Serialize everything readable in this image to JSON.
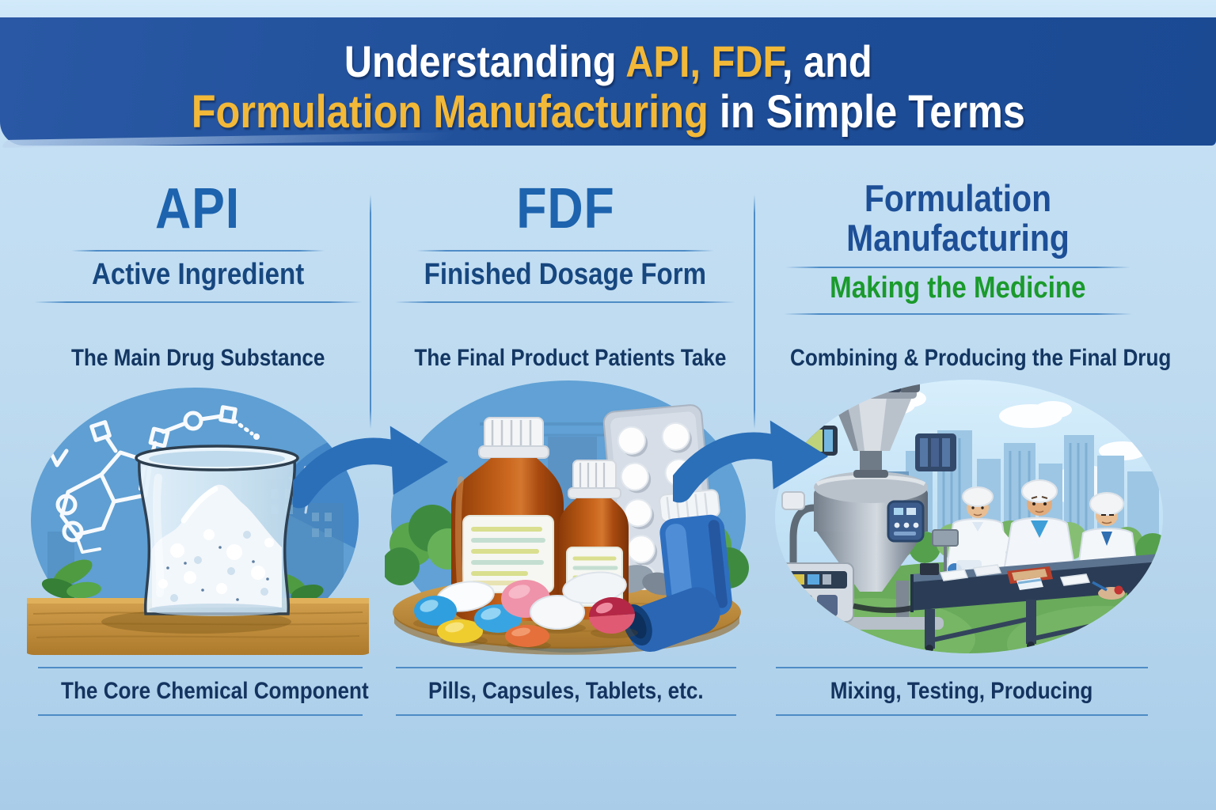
{
  "banner": {
    "line1": {
      "prefix": "Understanding ",
      "highlight": "API, FDF",
      "suffix": ", and"
    },
    "line2": {
      "highlight": "Formulation Manufacturing",
      "suffix": " in Simple Terms"
    }
  },
  "columns": [
    {
      "acronym": "API",
      "subtitle": "Active Ingredient",
      "description": "The Main Drug Substance",
      "caption": "The Core Chemical Component",
      "illustration": "glass-beaker-of-white-api-powder-with-molecule-diagram-on-wooden-table"
    },
    {
      "acronym": "FDF",
      "subtitle": "Finished Dosage Form",
      "description": "The Final Product Patients Take",
      "caption": "Pills, Capsules, Tablets, etc.",
      "illustration": "medicine-bottles-blister-pack-inhaler-and-assorted-pills-on-wooden-table"
    },
    {
      "acronym": "Formulation Manufacturing",
      "subtitle": "Making the Medicine",
      "description": "Combining & Producing the Final Drug",
      "caption": "Mixing, Testing, Producing",
      "illustration": "industrial-mixing-machine-with-workers-at-conveyor-line-and-city-skyline"
    }
  ],
  "icons": {
    "flow_arrow": "right-flow-arrow"
  },
  "colors": {
    "banner_bg": "#1d4d96",
    "banner_text": "#ffffff",
    "banner_highlight_gold": "#f2b838",
    "heading_blue": "#1d63ae",
    "subtitle_navy": "#17477f",
    "description_navy": "#133662",
    "green_accent": "#1a9a2c",
    "divider_blue": "#4e8cc6",
    "arrow_blue": "#2b6fb8",
    "background_light_blue": "#c6e0f3",
    "illustration_blob_blue": "#5f9fd3",
    "wood_brown": "#c28b3c"
  }
}
